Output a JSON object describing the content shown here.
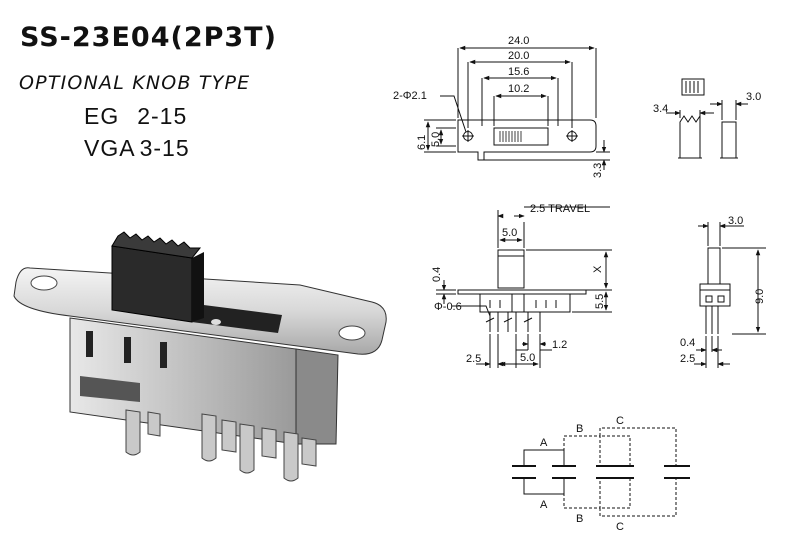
{
  "header": {
    "model": "SS-23E04(2P3T)",
    "subtitle": "OPTIONAL KNOB TYPE",
    "variants": [
      {
        "code": "EG",
        "value": "2-15"
      },
      {
        "code": "VGA",
        "value": "3-15"
      }
    ]
  },
  "top_view": {
    "dim_overall": "24.0",
    "dim_holes": "20.0",
    "dim_body": "15.6",
    "dim_slot": "10.2",
    "dim_hole_dia": "2-Φ2.1",
    "dim_height": "6.1",
    "dim_inner": "5.0",
    "dim_pin": "3.3"
  },
  "knob_detail": {
    "dim_left": "3.4",
    "dim_right": "3.0"
  },
  "front_view": {
    "dim_travel": "2.5 TRAVEL",
    "dim_knob": "5.0",
    "dim_x": "X",
    "dim_plate": "0.4",
    "dim_body_h": "5.5",
    "dim_hole": "Φ-0.6",
    "dim_pitch_a": "2.5",
    "dim_pitch_b": "5.0",
    "dim_pin_w": "1.2"
  },
  "side_view": {
    "dim_knob": "3.0",
    "dim_height": "9.0",
    "dim_plate": "0.4",
    "dim_pitch": "2.5"
  },
  "circuit": {
    "labels_top": [
      "A",
      "B",
      "C"
    ],
    "labels_bottom": [
      "A",
      "B",
      "C"
    ]
  }
}
